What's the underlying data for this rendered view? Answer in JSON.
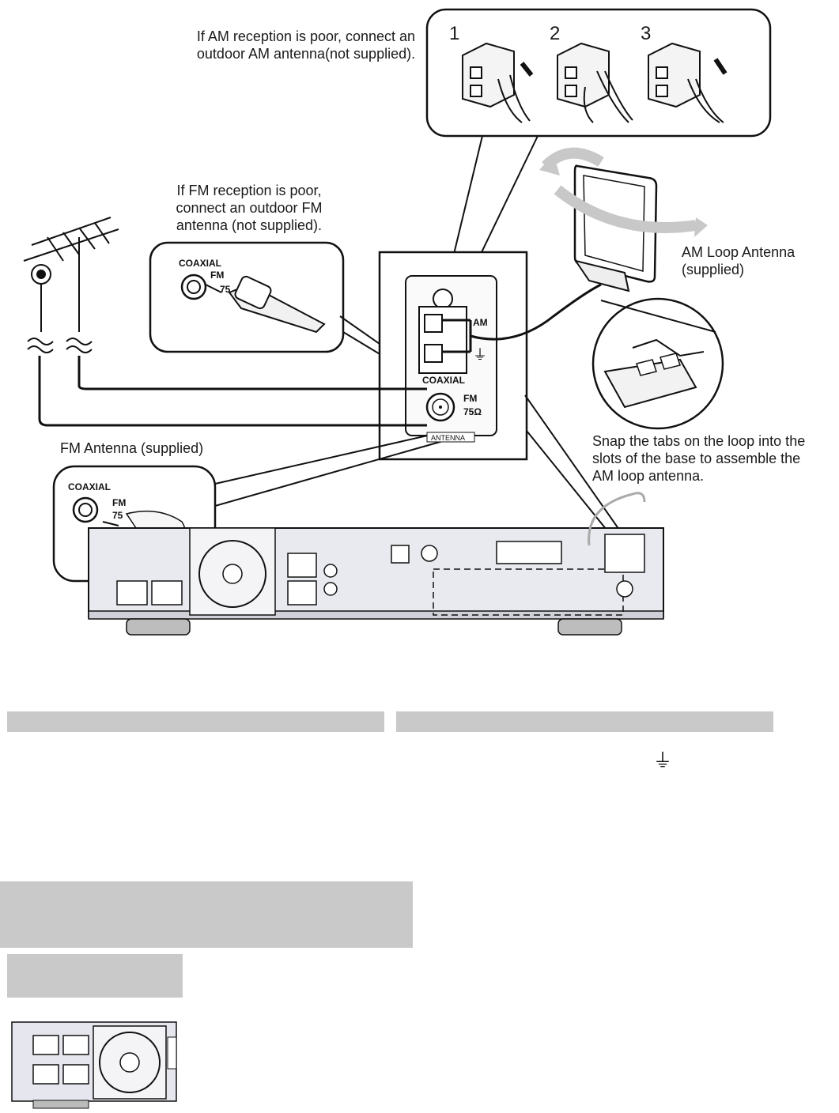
{
  "am_note": [
    "If AM reception is poor, connect an",
    "outdoor AM antenna(not supplied)."
  ],
  "fm_note": [
    "If FM reception is poor,",
    "connect an outdoor FM",
    "antenna  (not supplied)."
  ],
  "steps": [
    "1",
    "2",
    "3"
  ],
  "am_loop_label": [
    "AM Loop Antenna",
    "(supplied)"
  ],
  "snap_note": [
    "Snap the tabs on the loop into the",
    "slots of the base to assemble the",
    "AM loop antenna."
  ],
  "fm_antenna_label": "FM Antenna (supplied)",
  "jack_labels": {
    "coaxial": "COAXIAL",
    "fm": "FM",
    "ohm75": "75",
    "ohm_short": "75Ω",
    "am": "AM",
    "antenna": "ANTENNA",
    "ground_symbol": "⏚"
  },
  "colors": {
    "section_bar": "#c9c9c9",
    "line": "#111111"
  }
}
